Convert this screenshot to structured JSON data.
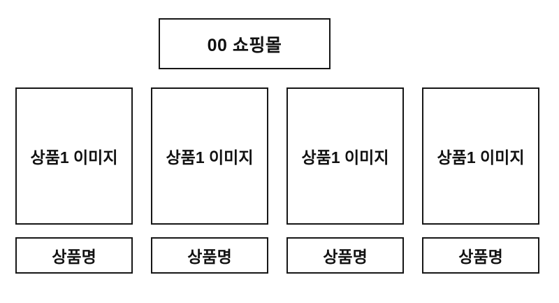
{
  "page": {
    "background_color": "#ffffff",
    "border_color": "#161616",
    "text_color": "#111111"
  },
  "header": {
    "title": "00 쇼핑몰"
  },
  "products": [
    {
      "image_label": "상품1 이미지",
      "name_label": "상품명"
    },
    {
      "image_label": "상품1 이미지",
      "name_label": "상품명"
    },
    {
      "image_label": "상품1 이미지",
      "name_label": "상품명"
    },
    {
      "image_label": "상품1 이미지",
      "name_label": "상품명"
    }
  ]
}
